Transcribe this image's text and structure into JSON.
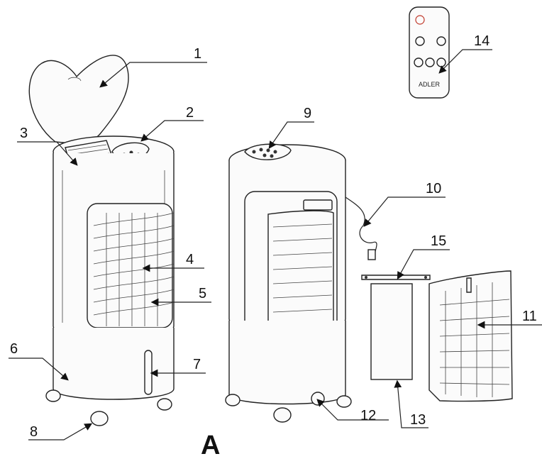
{
  "figure_label": "A",
  "remote": {
    "brand": "ADLER"
  },
  "callouts": [
    {
      "id": "1",
      "text": "1"
    },
    {
      "id": "2",
      "text": "2"
    },
    {
      "id": "3",
      "text": "3"
    },
    {
      "id": "4",
      "text": "4"
    },
    {
      "id": "5",
      "text": "5"
    },
    {
      "id": "6",
      "text": "6"
    },
    {
      "id": "7",
      "text": "7"
    },
    {
      "id": "8",
      "text": "8"
    },
    {
      "id": "9",
      "text": "9"
    },
    {
      "id": "10",
      "text": "10"
    },
    {
      "id": "11",
      "text": "11"
    },
    {
      "id": "12",
      "text": "12"
    },
    {
      "id": "13",
      "text": "13"
    },
    {
      "id": "14",
      "text": "14"
    },
    {
      "id": "15",
      "text": "15"
    }
  ]
}
